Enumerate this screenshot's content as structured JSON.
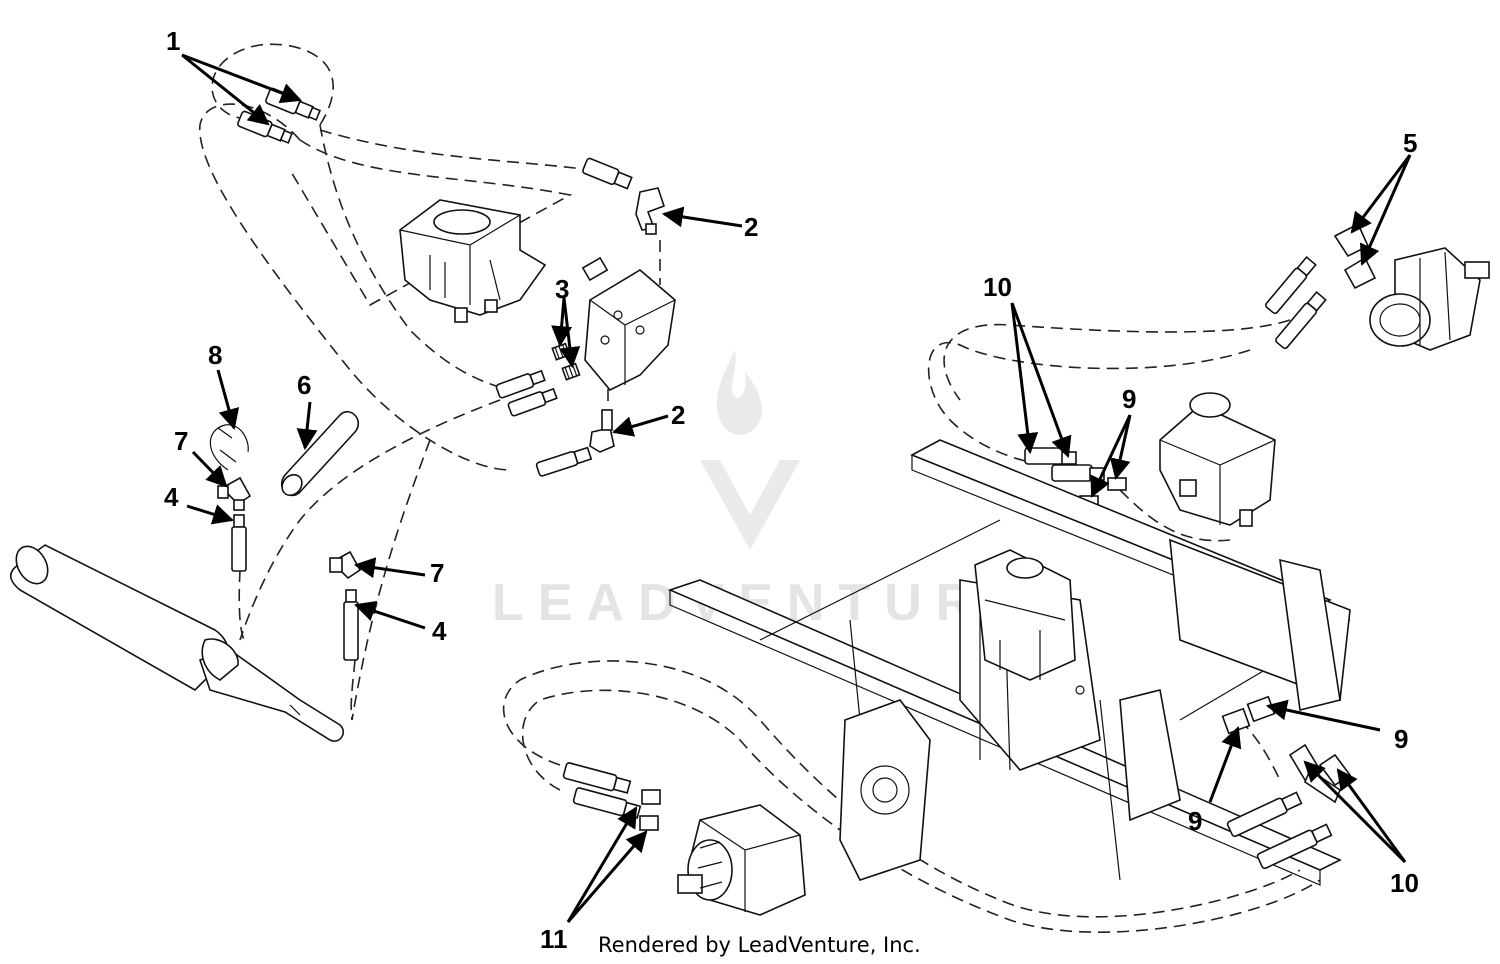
{
  "watermark": {
    "text": "LEADVENTURE"
  },
  "footer": {
    "text": "Rendered by LeadVenture, Inc."
  },
  "callouts": [
    {
      "id": "c1",
      "label": "1"
    },
    {
      "id": "c2a",
      "label": "2"
    },
    {
      "id": "c2b",
      "label": "2"
    },
    {
      "id": "c3",
      "label": "3"
    },
    {
      "id": "c4a",
      "label": "4"
    },
    {
      "id": "c4b",
      "label": "4"
    },
    {
      "id": "c5",
      "label": "5"
    },
    {
      "id": "c6",
      "label": "6"
    },
    {
      "id": "c7a",
      "label": "7"
    },
    {
      "id": "c7b",
      "label": "7"
    },
    {
      "id": "c8",
      "label": "8"
    },
    {
      "id": "c9a",
      "label": "9"
    },
    {
      "id": "c9b",
      "label": "9"
    },
    {
      "id": "c9c",
      "label": "9"
    },
    {
      "id": "c10a",
      "label": "10"
    },
    {
      "id": "c10b",
      "label": "10"
    },
    {
      "id": "c11",
      "label": "11"
    }
  ],
  "colors": {
    "line": "#111111",
    "watermark": "#e4e4e4",
    "background": "#ffffff"
  }
}
